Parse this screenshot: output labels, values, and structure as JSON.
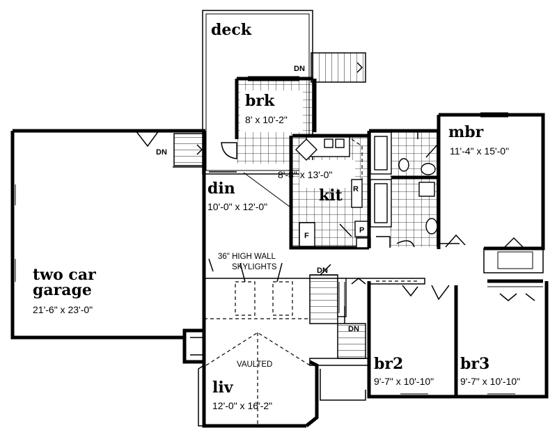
{
  "rooms": {
    "deck": {
      "name": "deck"
    },
    "brk": {
      "name": "brk",
      "dims": "8' x 10'-2\""
    },
    "mbr": {
      "name": "mbr",
      "dims": "11'-4\" x 15'-0\""
    },
    "kit": {
      "name": "kit",
      "dims": "8'-8\" x 13'-0\""
    },
    "din": {
      "name": "din",
      "dims": "10'-0\" x 12'-0\""
    },
    "garage": {
      "name_line1": "two car",
      "name_line2": "garage",
      "dims": "21'-6\" x 23'-0\""
    },
    "liv": {
      "name": "liv",
      "dims": "12'-0\" x 16'-2\""
    },
    "br2": {
      "name": "br2",
      "dims": "9'-7\" x 10'-10\""
    },
    "br3": {
      "name": "br3",
      "dims": "9'-7\" x 10'-10\""
    }
  },
  "notes": {
    "high_wall": "36\" HIGH WALL",
    "skylights": "SKYLIGHTS",
    "vaulted": "VAULTED",
    "dn": "DN"
  },
  "appliance_labels": {
    "refrigerator": "R",
    "pantry": "P",
    "freezer": "F"
  }
}
